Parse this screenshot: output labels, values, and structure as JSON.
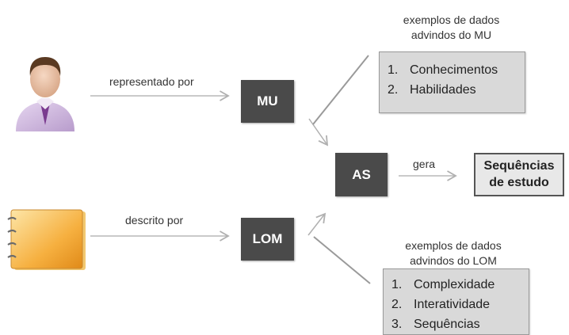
{
  "nodes": {
    "mu": "MU",
    "lom": "LOM",
    "as": "AS"
  },
  "edges": {
    "represented_by": "representado por",
    "described_by": "descrito por",
    "generates": "gera"
  },
  "result": {
    "line1": "Sequências",
    "line2": "de estudo"
  },
  "mu_examples": {
    "caption_line1": "exemplos de dados",
    "caption_line2": "advindos do MU",
    "items": [
      {
        "num": "1.",
        "label": "Conhecimentos"
      },
      {
        "num": "2.",
        "label": "Habilidades"
      }
    ]
  },
  "lom_examples": {
    "caption_line1": "exemplos de dados",
    "caption_line2": "advindos do LOM",
    "items": [
      {
        "num": "1.",
        "label": "Complexidade"
      },
      {
        "num": "2.",
        "label": "Interatividade"
      },
      {
        "num": "3.",
        "label": "Sequências"
      }
    ]
  },
  "icons": {
    "user": "user-icon",
    "learning_object": "notebook-icon"
  },
  "colors": {
    "node_fill": "#4a4a4a",
    "list_fill": "#d9d9d9",
    "result_fill": "#e8e8e8",
    "connector": "#b0b0b0"
  }
}
